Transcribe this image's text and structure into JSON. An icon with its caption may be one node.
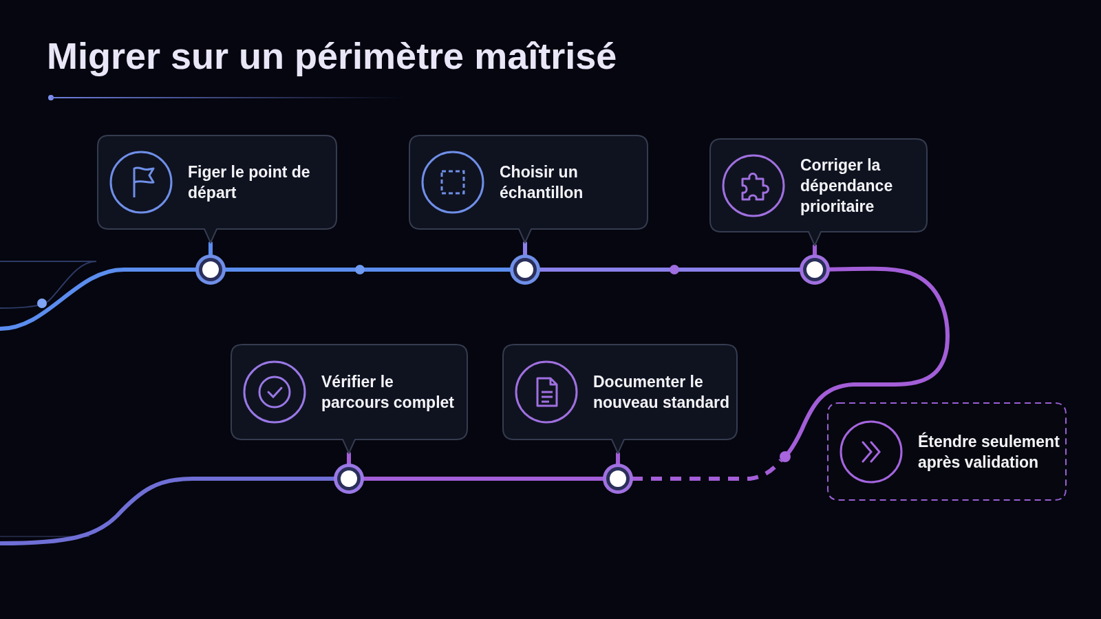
{
  "diagram": {
    "title": "Migrer sur un périmètre maîtrisé",
    "nodes": [
      {
        "text": [
          "Figer le point de départ"
        ]
      },
      {
        "text": [
          "Choisir un échantillon"
        ]
      },
      {
        "text": [
          "Corriger la dépendance prioritaire"
        ]
      },
      {
        "text": [
          "Vérifier le parcours complet"
        ]
      },
      {
        "text": [
          "Documenter le nouveau standard"
        ]
      },
      {
        "text": [
          "Étendre seulement après validation"
        ]
      },
      {
        "text": [],
        "shape": "circle"
      }
    ],
    "edges": [
      {
        "from": null,
        "to": 0,
        "arrow": "none",
        "color": "#5b8def"
      },
      {
        "from": 0,
        "to": 1,
        "arrow": "none",
        "color": "#5b8def"
      },
      {
        "from": 1,
        "to": 2,
        "arrow": "none",
        "color": "#8a80ea"
      },
      {
        "from": 2,
        "to": 6,
        "arrow": "none"
      },
      {
        "from": null,
        "to": 3,
        "arrow": "none",
        "color": "#6f6fd6"
      },
      {
        "from": 3,
        "to": 4,
        "arrow": "none"
      },
      {
        "from": 4,
        "to": 6,
        "arrow": "none",
        "style": "dashed"
      }
    ]
  }
}
